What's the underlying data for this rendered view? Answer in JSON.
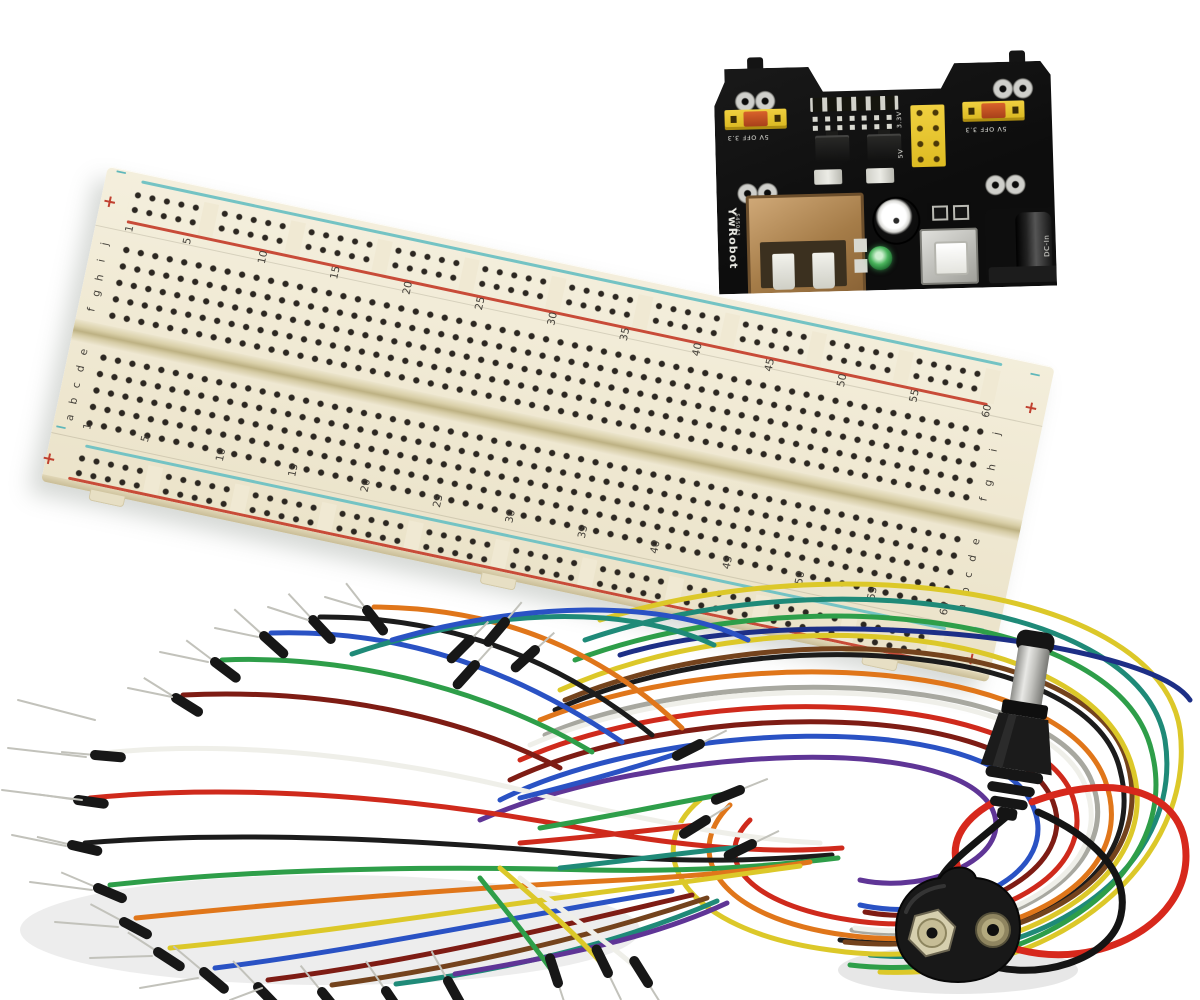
{
  "scene": {
    "description": "Electronics prototyping kit product photo",
    "background_color": "#ffffff"
  },
  "breadboard": {
    "column_numbers": [
      "1",
      "5",
      "10",
      "15",
      "20",
      "25",
      "30",
      "35",
      "40",
      "45",
      "50",
      "55",
      "60"
    ],
    "row_letters_upper": [
      "j",
      "i",
      "h",
      "g",
      "f"
    ],
    "row_letters_lower": [
      "e",
      "d",
      "c",
      "b",
      "a"
    ],
    "minus_label": "−",
    "plus_label": "+",
    "colors": {
      "body": "#f0e9d3",
      "hole": "#2c2721",
      "rail_blue": "#74c3c4",
      "rail_red": "#c84b38",
      "mark_blue": "#5fb7ba",
      "mark_red": "#c0402f",
      "groove": "#bdb183"
    }
  },
  "power_module": {
    "brand": "YwRobot",
    "brand_code": "545043",
    "jumper_left_label": "5V OFF 3.3",
    "jumper_right_label": "5V OFF 3.3",
    "header_labels": [
      "3.3V",
      "5V"
    ],
    "dc_in_label": "DC-In",
    "colors": {
      "pcb": "#121212",
      "jumper_yellow": "#e8c52a",
      "led_green": "#3fae55",
      "usb_bronze": "#a57c48"
    }
  },
  "jumper_wires": {
    "tip_color": "#171717",
    "pin_color": "#c2c2bb",
    "wire_colors": {
      "red": "#cf2a1c",
      "dark_red": "#7e1c14",
      "orange": "#e0761a",
      "yellow": "#dcc829",
      "green": "#2e9e49",
      "teal": "#1f8a78",
      "blue": "#2a52c4",
      "navy": "#1d2f86",
      "white": "#efefe9",
      "black": "#1c1c1c",
      "brown": "#74431d",
      "purple": "#5f3596",
      "gray": "#a8a8a0"
    }
  },
  "battery_clip": {
    "red_wire": "#d7281c",
    "black_wire": "#141414",
    "plug_silver": "#cdcdc9",
    "plug_body": "#1b1b1b",
    "terminal_brass": "#d6cfae",
    "terminal_ring": "#8f8560"
  }
}
